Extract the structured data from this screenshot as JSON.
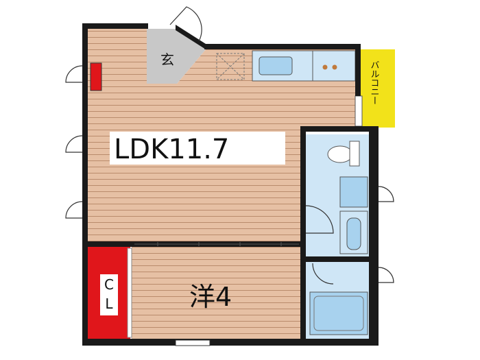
{
  "rooms": {
    "ldk": "LDK11.7",
    "western": "洋4",
    "closet_line1": "C",
    "closet_line2": "L",
    "entrance": "玄",
    "balcony": "バルコニー"
  },
  "colors": {
    "wall": "#1a1a1a",
    "floor": "#e6c0a4",
    "floor_line": "#b98b6c",
    "wet_area": "#cfe6f6",
    "closet": "#e0161b",
    "balcony": "#f2e21a",
    "entrance": "#c8c8c8"
  }
}
